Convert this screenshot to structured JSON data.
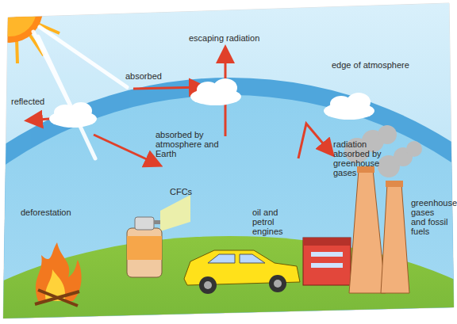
{
  "diagram": {
    "labels": [
      "reflected",
      "absorbed",
      "escaping radiation",
      "edge of atmosphere",
      "absorbed by atmosphere and Earth",
      "radiation absorbed by greenhouse gases",
      "deforestation",
      "CFCs",
      "oil and petrol engines",
      "greenhouse gases and fossil fuels"
    ]
  }
}
